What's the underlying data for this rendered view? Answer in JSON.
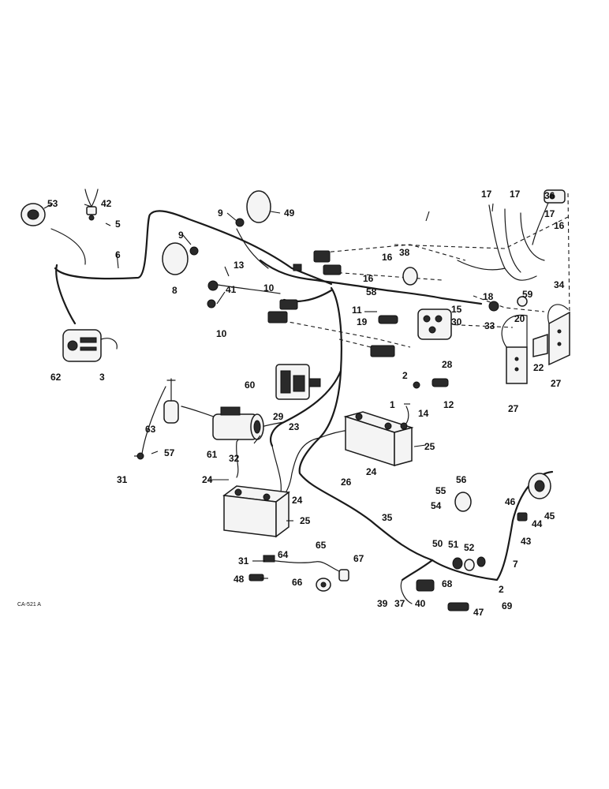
{
  "figure_code": "CA-521 A",
  "callouts": {
    "c1": "1",
    "c2": "2",
    "c2b": "2",
    "c3": "3",
    "c5": "5",
    "c6": "6",
    "c7": "7",
    "c8": "8",
    "c9a": "9",
    "c9b": "9",
    "c10a": "10",
    "c10b": "10",
    "c11": "11",
    "c12": "12",
    "c13": "13",
    "c14": "14",
    "c15": "15",
    "c16a": "16",
    "c16b": "16",
    "c16c": "16",
    "c17a": "17",
    "c17b": "17",
    "c17c": "17",
    "c18": "18",
    "c19": "19",
    "c20": "20",
    "c22": "22",
    "c23": "23",
    "c24a": "24",
    "c24b": "24",
    "c24c": "24",
    "c25a": "25",
    "c25b": "25",
    "c26": "26",
    "c27a": "27",
    "c27b": "27",
    "c28": "28",
    "c29": "29",
    "c30": "30",
    "c31a": "31",
    "c31b": "31",
    "c32": "32",
    "c33": "33",
    "c34": "34",
    "c35": "35",
    "c36": "36",
    "c37": "37",
    "c38": "38",
    "c39": "39",
    "c40": "40",
    "c41": "41",
    "c42": "42",
    "c43": "43",
    "c44": "44",
    "c45": "45",
    "c46": "46",
    "c47": "47",
    "c48": "48",
    "c49": "49",
    "c50": "50",
    "c51": "51",
    "c52": "52",
    "c53": "53",
    "c54": "54",
    "c55": "55",
    "c56": "56",
    "c57": "57",
    "c58": "58",
    "c59": "59",
    "c60": "60",
    "c61": "61",
    "c62": "62",
    "c63": "63",
    "c64": "64",
    "c65": "65",
    "c66": "66",
    "c67": "67",
    "c68": "68",
    "c69": "69"
  }
}
